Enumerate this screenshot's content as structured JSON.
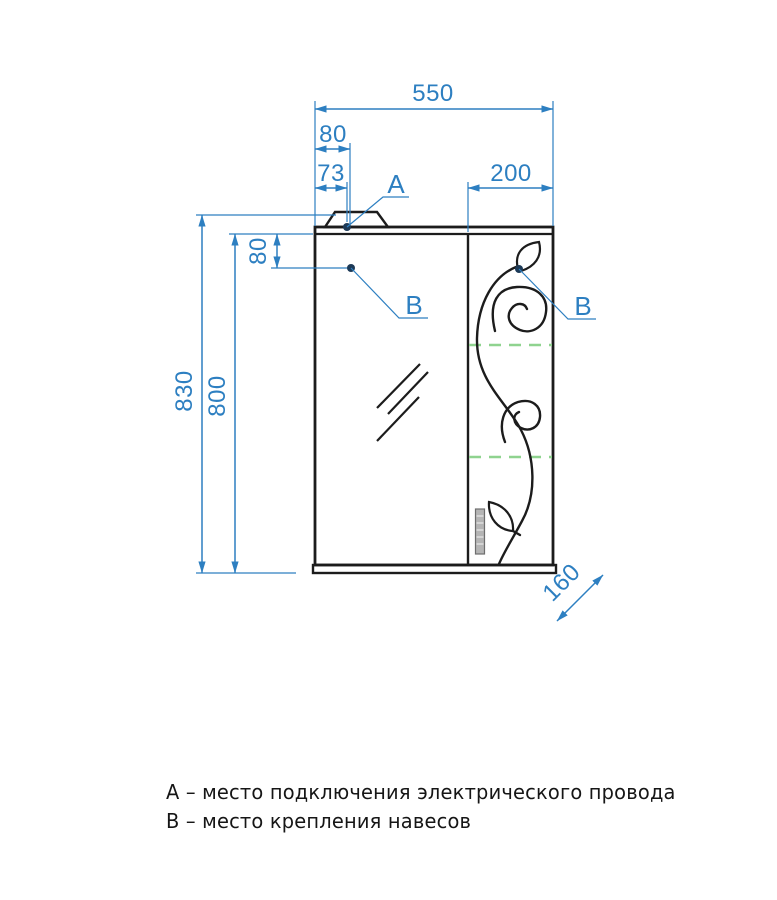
{
  "colors": {
    "dimension_blue": "#2d7fc1",
    "shelf_dashed_green": "#8fd38f",
    "outline_black": "#1c1c1c"
  },
  "drawing": {
    "dims": {
      "total_width": "550",
      "lamp_offset": "80",
      "wire_offset": "73",
      "door_width": "200",
      "hinge_top_offset": "80",
      "total_height": "830",
      "body_height": "800",
      "depth": "160"
    },
    "markers": {
      "a": "А",
      "b_left": "В",
      "b_right": "В"
    }
  },
  "legend": {
    "a": "А – место подключения электрического провода",
    "b": "В – место крепления навесов"
  }
}
